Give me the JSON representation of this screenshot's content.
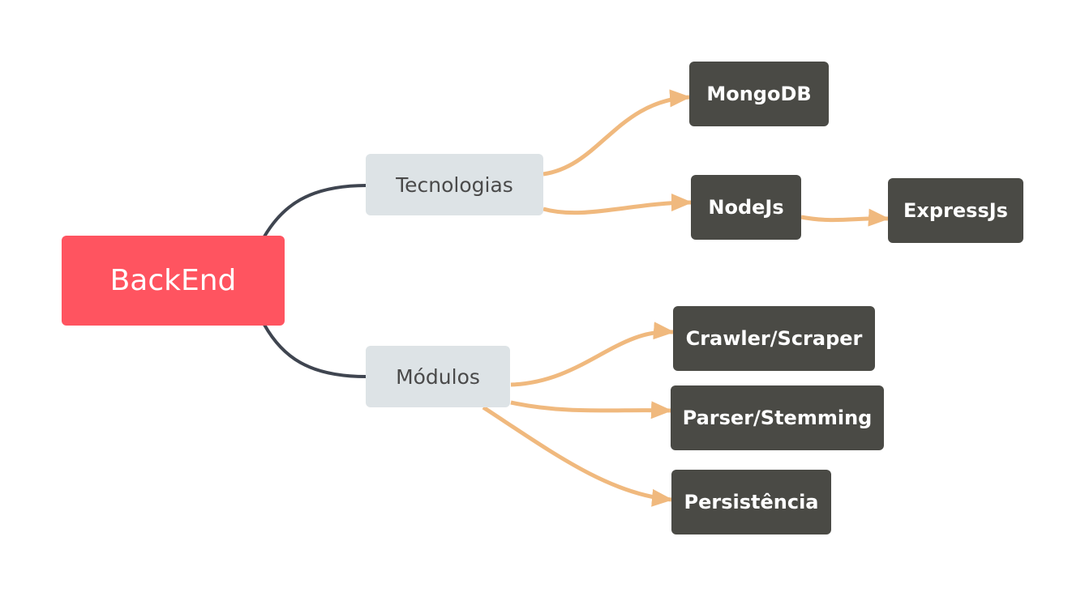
{
  "diagram": {
    "root": {
      "label": "BackEnd"
    },
    "branches": [
      {
        "label": "Tecnologias",
        "children": [
          {
            "label": "MongoDB",
            "children": []
          },
          {
            "label": "NodeJs",
            "children": [
              {
                "label": "ExpressJs"
              }
            ]
          }
        ]
      },
      {
        "label": "Módulos",
        "children": [
          {
            "label": "Crawler/Scraper",
            "children": []
          },
          {
            "label": "Parser/Stemming",
            "children": []
          },
          {
            "label": "Persistência",
            "children": []
          }
        ]
      }
    ]
  },
  "colors": {
    "root_fill": "#ff5460",
    "root_text": "#ffffff",
    "branch_fill": "#dde3e6",
    "branch_text": "#4a4a4a",
    "leaf_fill": "#4a4a45",
    "leaf_text": "#ffffff",
    "root_connector": "#3f4550",
    "arrow": "#f0b97e"
  }
}
